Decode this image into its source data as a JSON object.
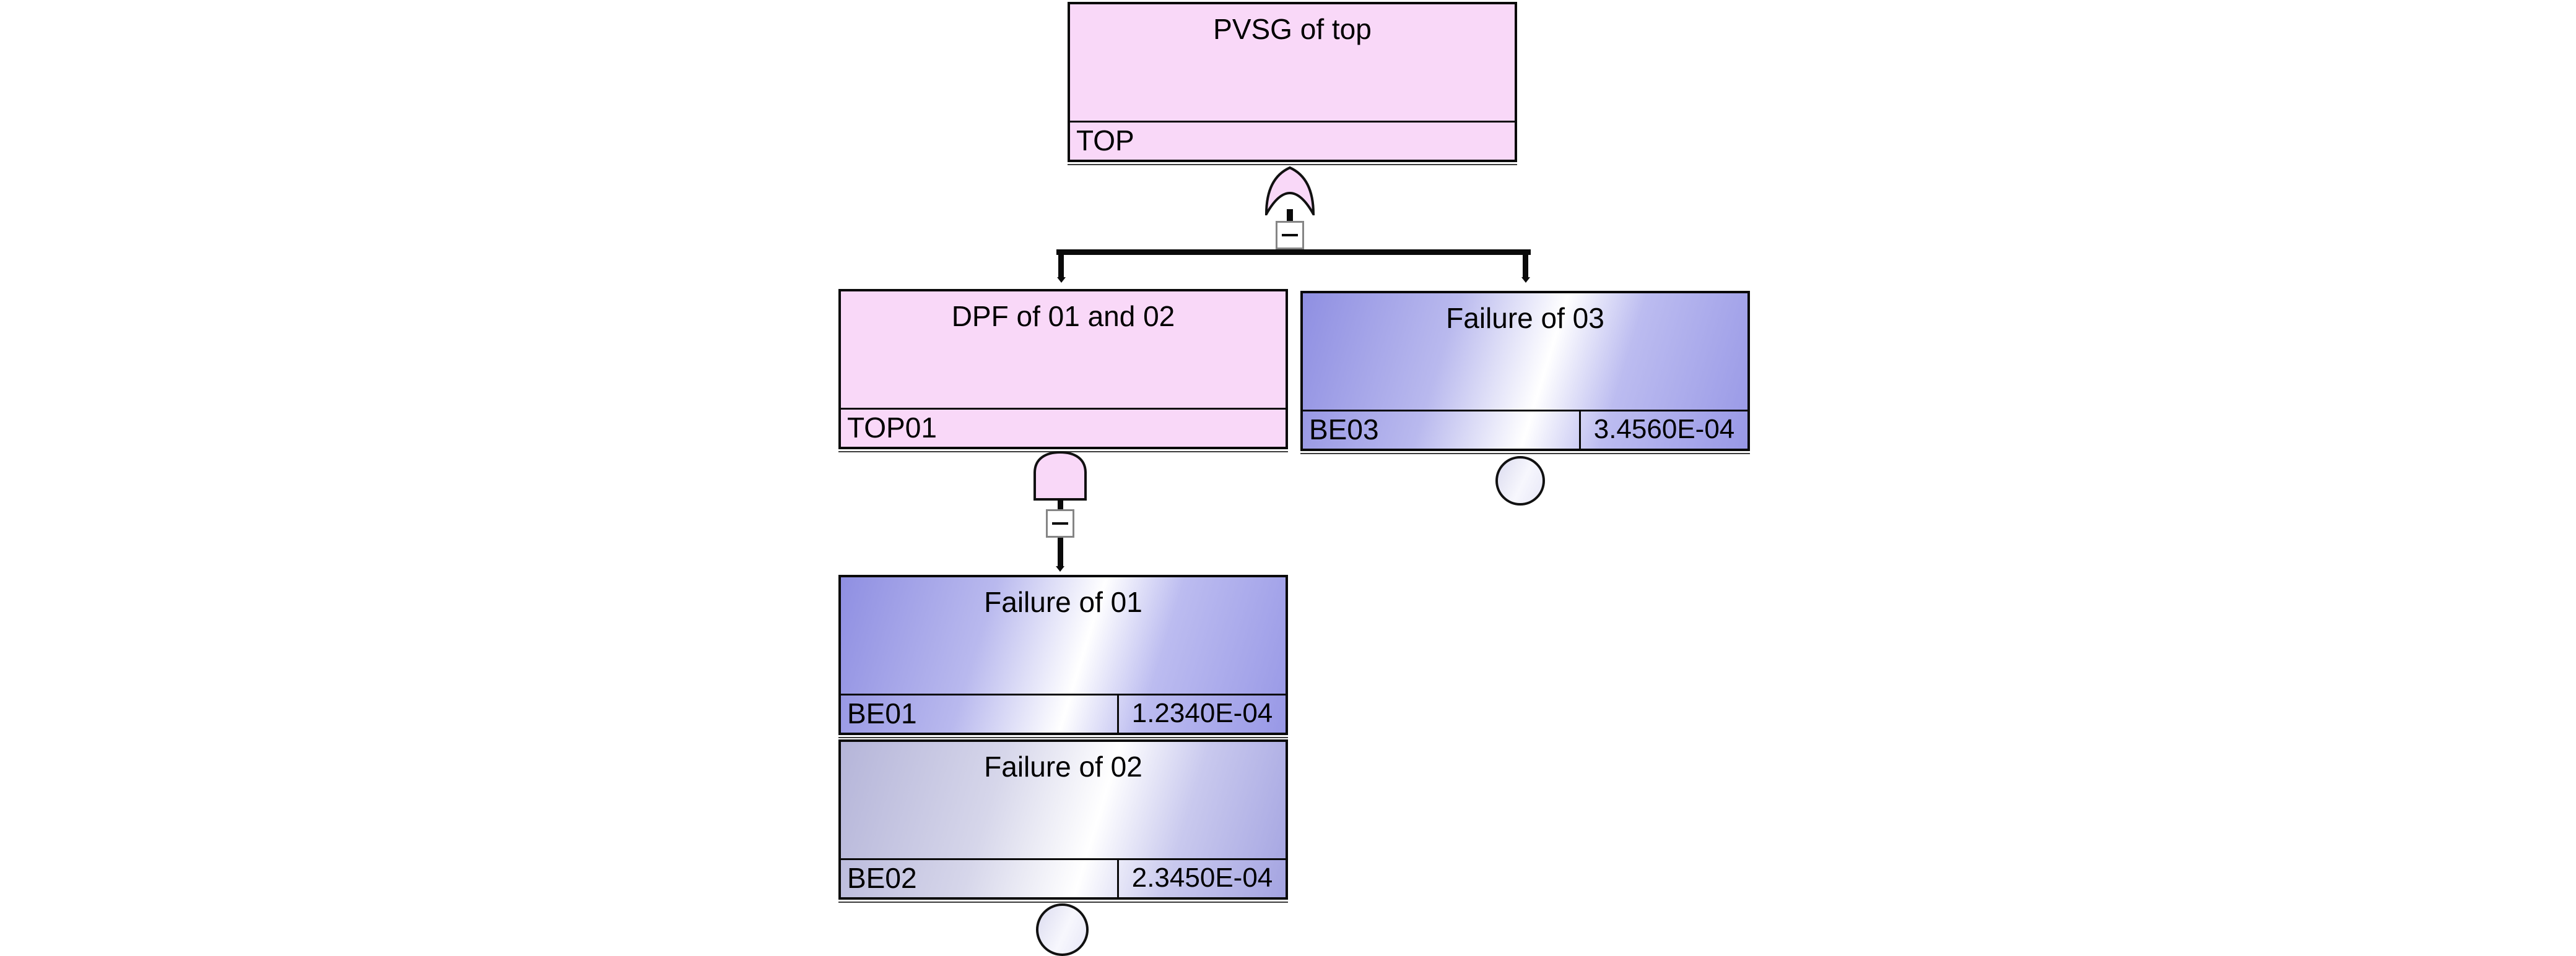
{
  "diagram": {
    "type": "fault-tree",
    "background": "#ffffff",
    "colors": {
      "intermediate_event_fill": "#f9d8f8",
      "basic_event_blue_dark": "#8f8fe2",
      "basic_event_blue_right": "#9898e6",
      "basic_event_gray_blue": "#b5b5d9",
      "gradient_highlight": "#ffffff",
      "outline": "#0a0a0a",
      "collapse_border": "#858585",
      "shadow_line": "#3a3a3a"
    },
    "nodes": [
      {
        "id": "TOP",
        "title": "PVSG of top",
        "label": "TOP",
        "fill": "pink",
        "gate": "or"
      },
      {
        "id": "TOP01",
        "title": "DPF of 01 and 02",
        "label": "TOP01",
        "fill": "pink",
        "gate": "and"
      },
      {
        "id": "BE03",
        "title": "Failure of 03",
        "label": "BE03",
        "value": "3.4560E-04",
        "fill": "blue-gradient",
        "symbol": "basic-event-circle"
      },
      {
        "id": "BE01",
        "title": "Failure of 01",
        "label": "BE01",
        "value": "1.2340E-04",
        "fill": "blue-gradient",
        "symbol": "none"
      },
      {
        "id": "BE02",
        "title": "Failure of 02",
        "label": "BE02",
        "value": "2.3450E-04",
        "fill": "blue-gradient-gray",
        "symbol": "basic-event-circle"
      }
    ],
    "gates": [
      {
        "type": "or",
        "under": "TOP",
        "children": [
          "TOP01",
          "BE03"
        ]
      },
      {
        "type": "and",
        "under": "TOP01",
        "children": [
          "BE01",
          "BE02"
        ]
      }
    ]
  }
}
